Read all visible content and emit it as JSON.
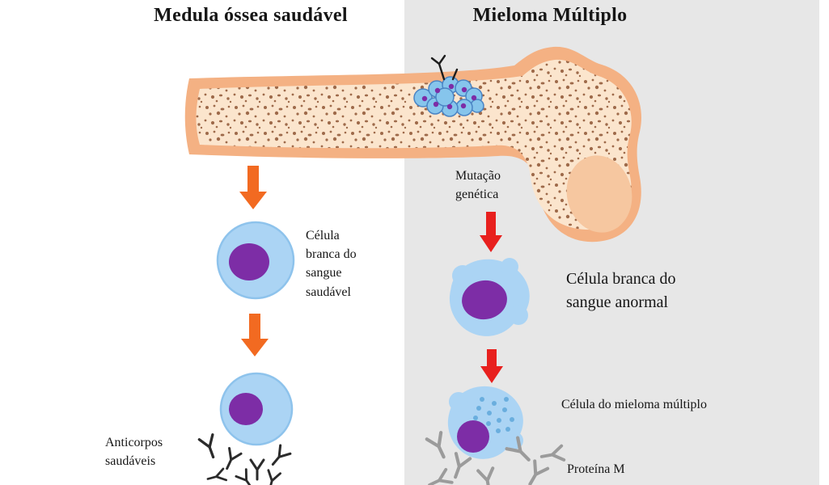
{
  "titles": {
    "left": "Medula óssea saudável",
    "right": "Mieloma Múltiplo"
  },
  "left_panel": {
    "healthy_cell_label": "Célula\nbranca do\nsangue\nsaudável",
    "antibodies_label": "Anticorpos\nsaudáveis"
  },
  "right_panel": {
    "mutation_label": "Mutação\ngenética",
    "abnormal_cell_label": "Célula branca do\nsangue anormal",
    "myeloma_cell_label": "Célula do mieloma múltiplo",
    "m_protein_label": "Proteína M"
  },
  "colors": {
    "panel_gray": "#e7e7e7",
    "bone_cortex": "#f4b183",
    "bone_marrow": "#fbe5cd",
    "bone_head_smooth": "#f6c7a0",
    "speckle_brown": "#9e6a4a",
    "cell_fill": "#abd4f4",
    "cell_stroke": "#8ec3ec",
    "nucleus_purple": "#7d2da6",
    "granule_blue": "#6aaede",
    "tumor_fill": "#86c5ec",
    "tumor_stroke": "#4a84c4",
    "arrow_orange": "#f26a21",
    "arrow_red": "#e8201e",
    "antibody_black": "#2b2b2b",
    "antibody_gray": "#9b9b9b"
  }
}
